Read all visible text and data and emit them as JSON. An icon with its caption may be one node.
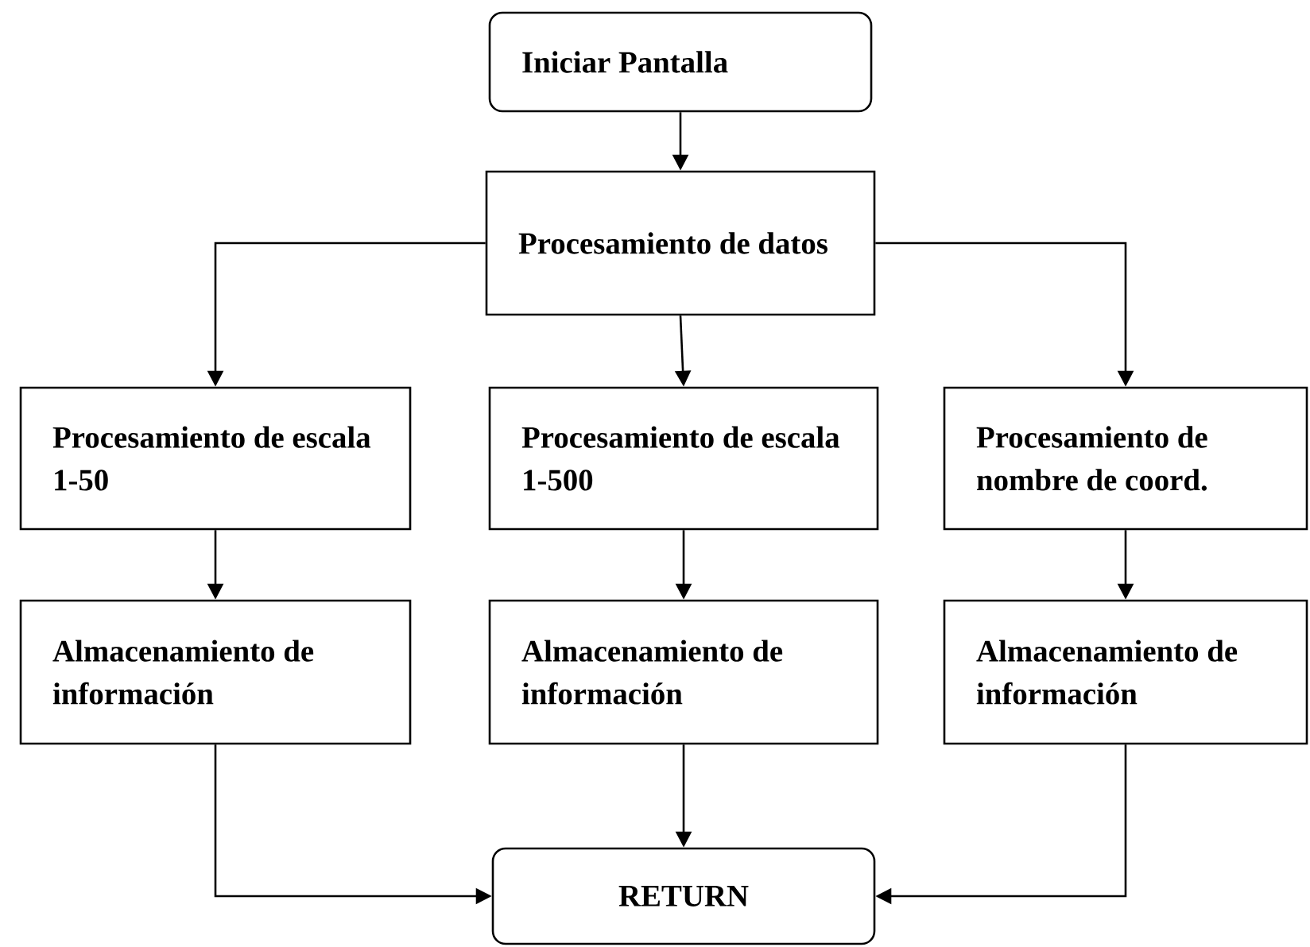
{
  "diagram": {
    "nodes": [
      {
        "text": [
          "Iniciar Pantalla"
        ]
      },
      {
        "text": [
          "Procesamiento de datos"
        ]
      },
      {
        "text": [
          "Procesamiento de escala 1-50"
        ]
      },
      {
        "text": [
          "Procesamiento de escala 1-500"
        ]
      },
      {
        "text": [
          "Procesamiento de nombre de coord."
        ]
      },
      {
        "text": [
          "Almacenamiento de información"
        ]
      },
      {
        "text": [
          "Almacenamiento de información"
        ]
      },
      {
        "text": [
          "Almacenamiento de información"
        ]
      },
      {
        "text": [
          "RETURN"
        ]
      }
    ],
    "edges": [
      {
        "from": 0,
        "to": 1,
        "arrow": "to"
      },
      {
        "from": 1,
        "to": 2,
        "arrow": "to"
      },
      {
        "from": 1,
        "to": 3,
        "arrow": "to"
      },
      {
        "from": 1,
        "to": 4,
        "arrow": "to"
      },
      {
        "from": 2,
        "to": 5,
        "arrow": "to"
      },
      {
        "from": 3,
        "to": 6,
        "arrow": "to"
      },
      {
        "from": 4,
        "to": 7,
        "arrow": "to"
      },
      {
        "from": 5,
        "to": 8,
        "arrow": "to"
      },
      {
        "from": 6,
        "to": 8,
        "arrow": "to"
      },
      {
        "from": 7,
        "to": 8,
        "arrow": "to"
      }
    ]
  }
}
